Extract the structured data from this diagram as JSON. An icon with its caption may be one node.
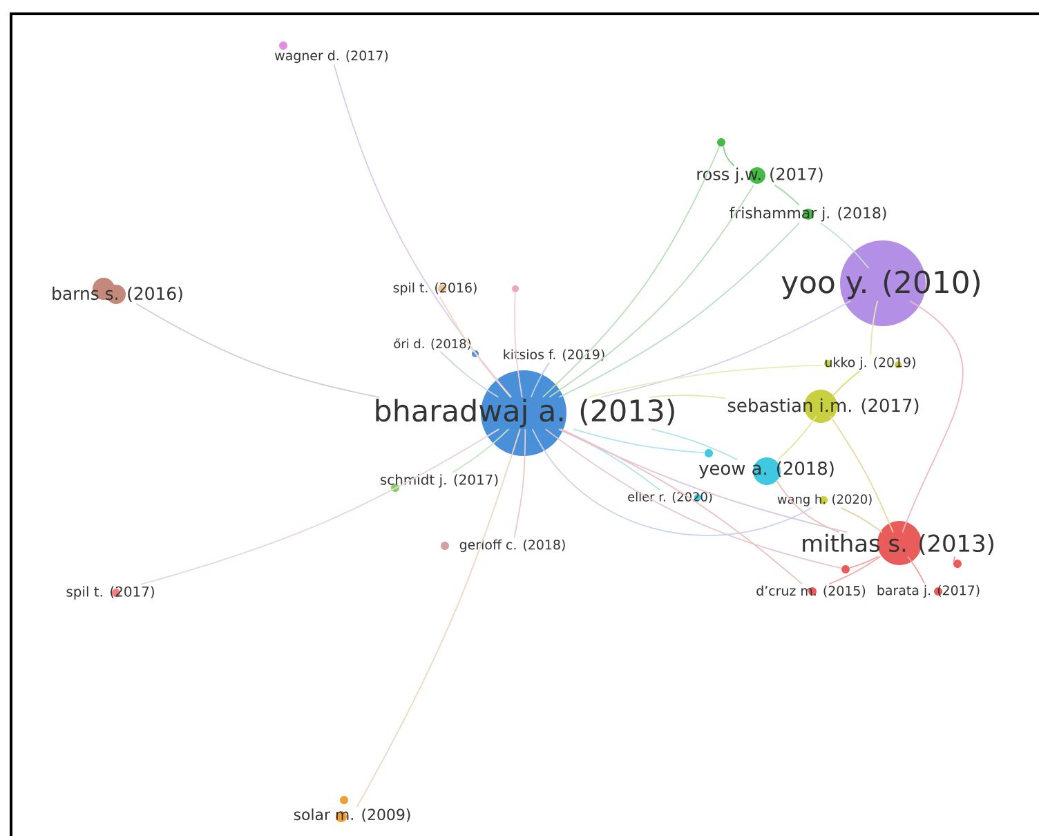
{
  "diagram": {
    "nodes": [
      {
        "text": [
          "wagner d. (2017)"
        ]
      },
      {
        "text": [
          "barns s. (2016)"
        ]
      },
      {
        "text": [
          "spil t. (2016)"
        ]
      },
      {
        "text": [],
        "shape": "circle"
      },
      {
        "text": [
          "ross j.w. (2017)"
        ]
      },
      {
        "text": [],
        "shape": "circle"
      },
      {
        "text": [
          "frishammar j. (2018)"
        ]
      },
      {
        "text": [
          "yoo y. (2010)"
        ]
      },
      {
        "text": [
          "őri d. (2018)"
        ]
      },
      {
        "text": [
          "kitsios f. (2019)"
        ]
      },
      {
        "text": [
          "bharadwaj a. (2013)"
        ]
      },
      {
        "text": [
          "ukko j. (2019)"
        ]
      },
      {
        "text": [
          "sebastian i.m. (2017)"
        ]
      },
      {
        "text": [
          "schmidt j. (2017)"
        ]
      },
      {
        "text": [
          "yeow a. (2018)"
        ]
      },
      {
        "text": [
          "eller r. (2020)"
        ]
      },
      {
        "text": [
          "wang h. (2020)"
        ]
      },
      {
        "text": [
          "gerloff c. (2018)"
        ]
      },
      {
        "text": [
          "mithas s. (2013)"
        ]
      },
      {
        "text": [
          "d’cruz m. (2015)"
        ]
      },
      {
        "text": [
          "barata j. (2017)"
        ]
      },
      {
        "text": [
          "spil t. (2017)"
        ]
      },
      {
        "text": [
          "solar m. (2009)"
        ]
      },
      {
        "text": [],
        "shape": "circle"
      },
      {
        "text": [],
        "shape": "circle"
      },
      {
        "text": [],
        "shape": "circle"
      }
    ],
    "edges": [
      {
        "from": 10,
        "to": 0,
        "arrow": "none",
        "color": "#dcc8f0"
      },
      {
        "from": 10,
        "to": 1,
        "arrow": "none",
        "color": "#d4cdd8"
      },
      {
        "from": 10,
        "to": 2,
        "arrow": "none",
        "color": "#f2dcc0"
      },
      {
        "from": 10,
        "to": 3,
        "arrow": "none",
        "color": "#f0d0d8"
      },
      {
        "from": 10,
        "to": 4,
        "arrow": "none",
        "color": "#b8e0b8"
      },
      {
        "from": 10,
        "to": 5,
        "arrow": "none",
        "color": "#b8e0b8"
      },
      {
        "from": 10,
        "to": 6,
        "arrow": "none",
        "color": "#b8e0c8"
      },
      {
        "from": 10,
        "to": 7,
        "arrow": "none",
        "color": "#d8d0f0"
      },
      {
        "from": 10,
        "to": 8,
        "arrow": "none",
        "color": "#c8d8ee"
      },
      {
        "from": 10,
        "to": 9,
        "arrow": "none",
        "color": "#b8d0f0"
      },
      {
        "from": 10,
        "to": 11,
        "arrow": "none",
        "color": "#e8ecb8"
      },
      {
        "from": 10,
        "to": 12,
        "arrow": "none",
        "color": "#e0e8b0"
      },
      {
        "from": 10,
        "to": 13,
        "arrow": "none",
        "color": "#c8e8c0"
      },
      {
        "from": 10,
        "to": 14,
        "arrow": "none",
        "color": "#b0e4f0"
      },
      {
        "from": 10,
        "to": 15,
        "arrow": "none",
        "color": "#b0e4f0"
      },
      {
        "from": 10,
        "to": 16,
        "arrow": "none",
        "color": "#c8d4ee"
      },
      {
        "from": 10,
        "to": 17,
        "arrow": "none",
        "color": "#ecc8c8"
      },
      {
        "from": 10,
        "to": 18,
        "arrow": "none",
        "color": "#d8c8e0"
      },
      {
        "from": 10,
        "to": 19,
        "arrow": "none",
        "color": "#f0c0c0"
      },
      {
        "from": 10,
        "to": 21,
        "arrow": "none",
        "color": "#ecd4dc"
      },
      {
        "from": 10,
        "to": 22,
        "arrow": "none",
        "color": "#f0d8c0"
      },
      {
        "from": 10,
        "to": 23,
        "arrow": "none",
        "color": "#b0e4f0"
      },
      {
        "from": 10,
        "to": 25,
        "arrow": "none",
        "color": "#e8c8d0"
      },
      {
        "from": 4,
        "to": 5,
        "arrow": "none",
        "color": "#88cc88"
      },
      {
        "from": 4,
        "to": 6,
        "arrow": "none",
        "color": "#a0d8a0"
      },
      {
        "from": 6,
        "to": 7,
        "arrow": "none",
        "color": "#c8e0d0"
      },
      {
        "from": 11,
        "to": 7,
        "arrow": "none",
        "color": "#e0e8b0"
      },
      {
        "from": 12,
        "to": 11,
        "arrow": "none",
        "color": "#d8e070"
      },
      {
        "from": 12,
        "to": 18,
        "arrow": "none",
        "color": "#e8d8a0"
      },
      {
        "from": 14,
        "to": 18,
        "arrow": "none",
        "color": "#f0c0b0"
      },
      {
        "from": 16,
        "to": 18,
        "arrow": "none",
        "color": "#e8d0a0"
      },
      {
        "from": 18,
        "to": 20,
        "arrow": "none",
        "color": "#f0a0a0"
      },
      {
        "from": 18,
        "to": 24,
        "arrow": "none",
        "color": "#f0a0a0"
      },
      {
        "from": 18,
        "to": 25,
        "arrow": "none",
        "color": "#f0a0a0"
      },
      {
        "from": 18,
        "to": 19,
        "arrow": "none",
        "color": "#f0b0b0"
      },
      {
        "from": 7,
        "to": 18,
        "arrow": "none",
        "color": "#f0b8c8"
      },
      {
        "from": 12,
        "to": 14,
        "arrow": "none",
        "color": "#e0e8a0"
      }
    ]
  }
}
